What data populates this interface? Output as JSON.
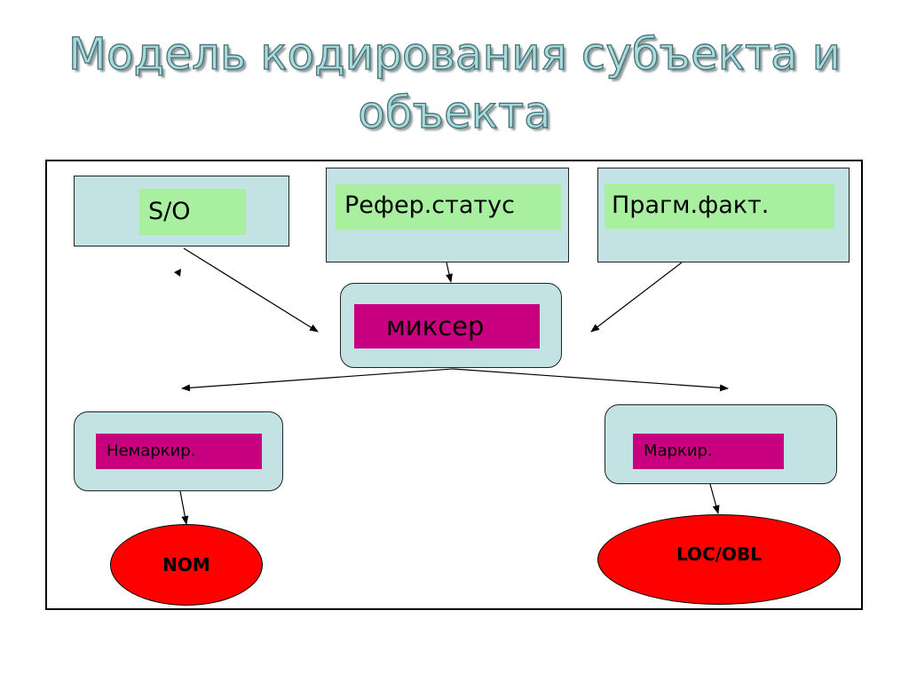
{
  "title_line1": "Модель кодирования субъекта и",
  "title_line2": "объекта",
  "nodes": {
    "so": "S/O",
    "refer_status": "Рефер.статус",
    "pragm_fact": "Прагм.факт.",
    "mixer": "миксер",
    "unmarked": "Немаркир.",
    "marked": "Маркир.",
    "nom": "NOM",
    "loc_obl": "LOC/OBL"
  },
  "colors": {
    "box_fill": "#c3e2e4",
    "label_green": "#a8f0a0",
    "label_magenta": "#c8007f",
    "ellipse_red": "#ff0000",
    "title_fill": "#a8dcdc"
  }
}
